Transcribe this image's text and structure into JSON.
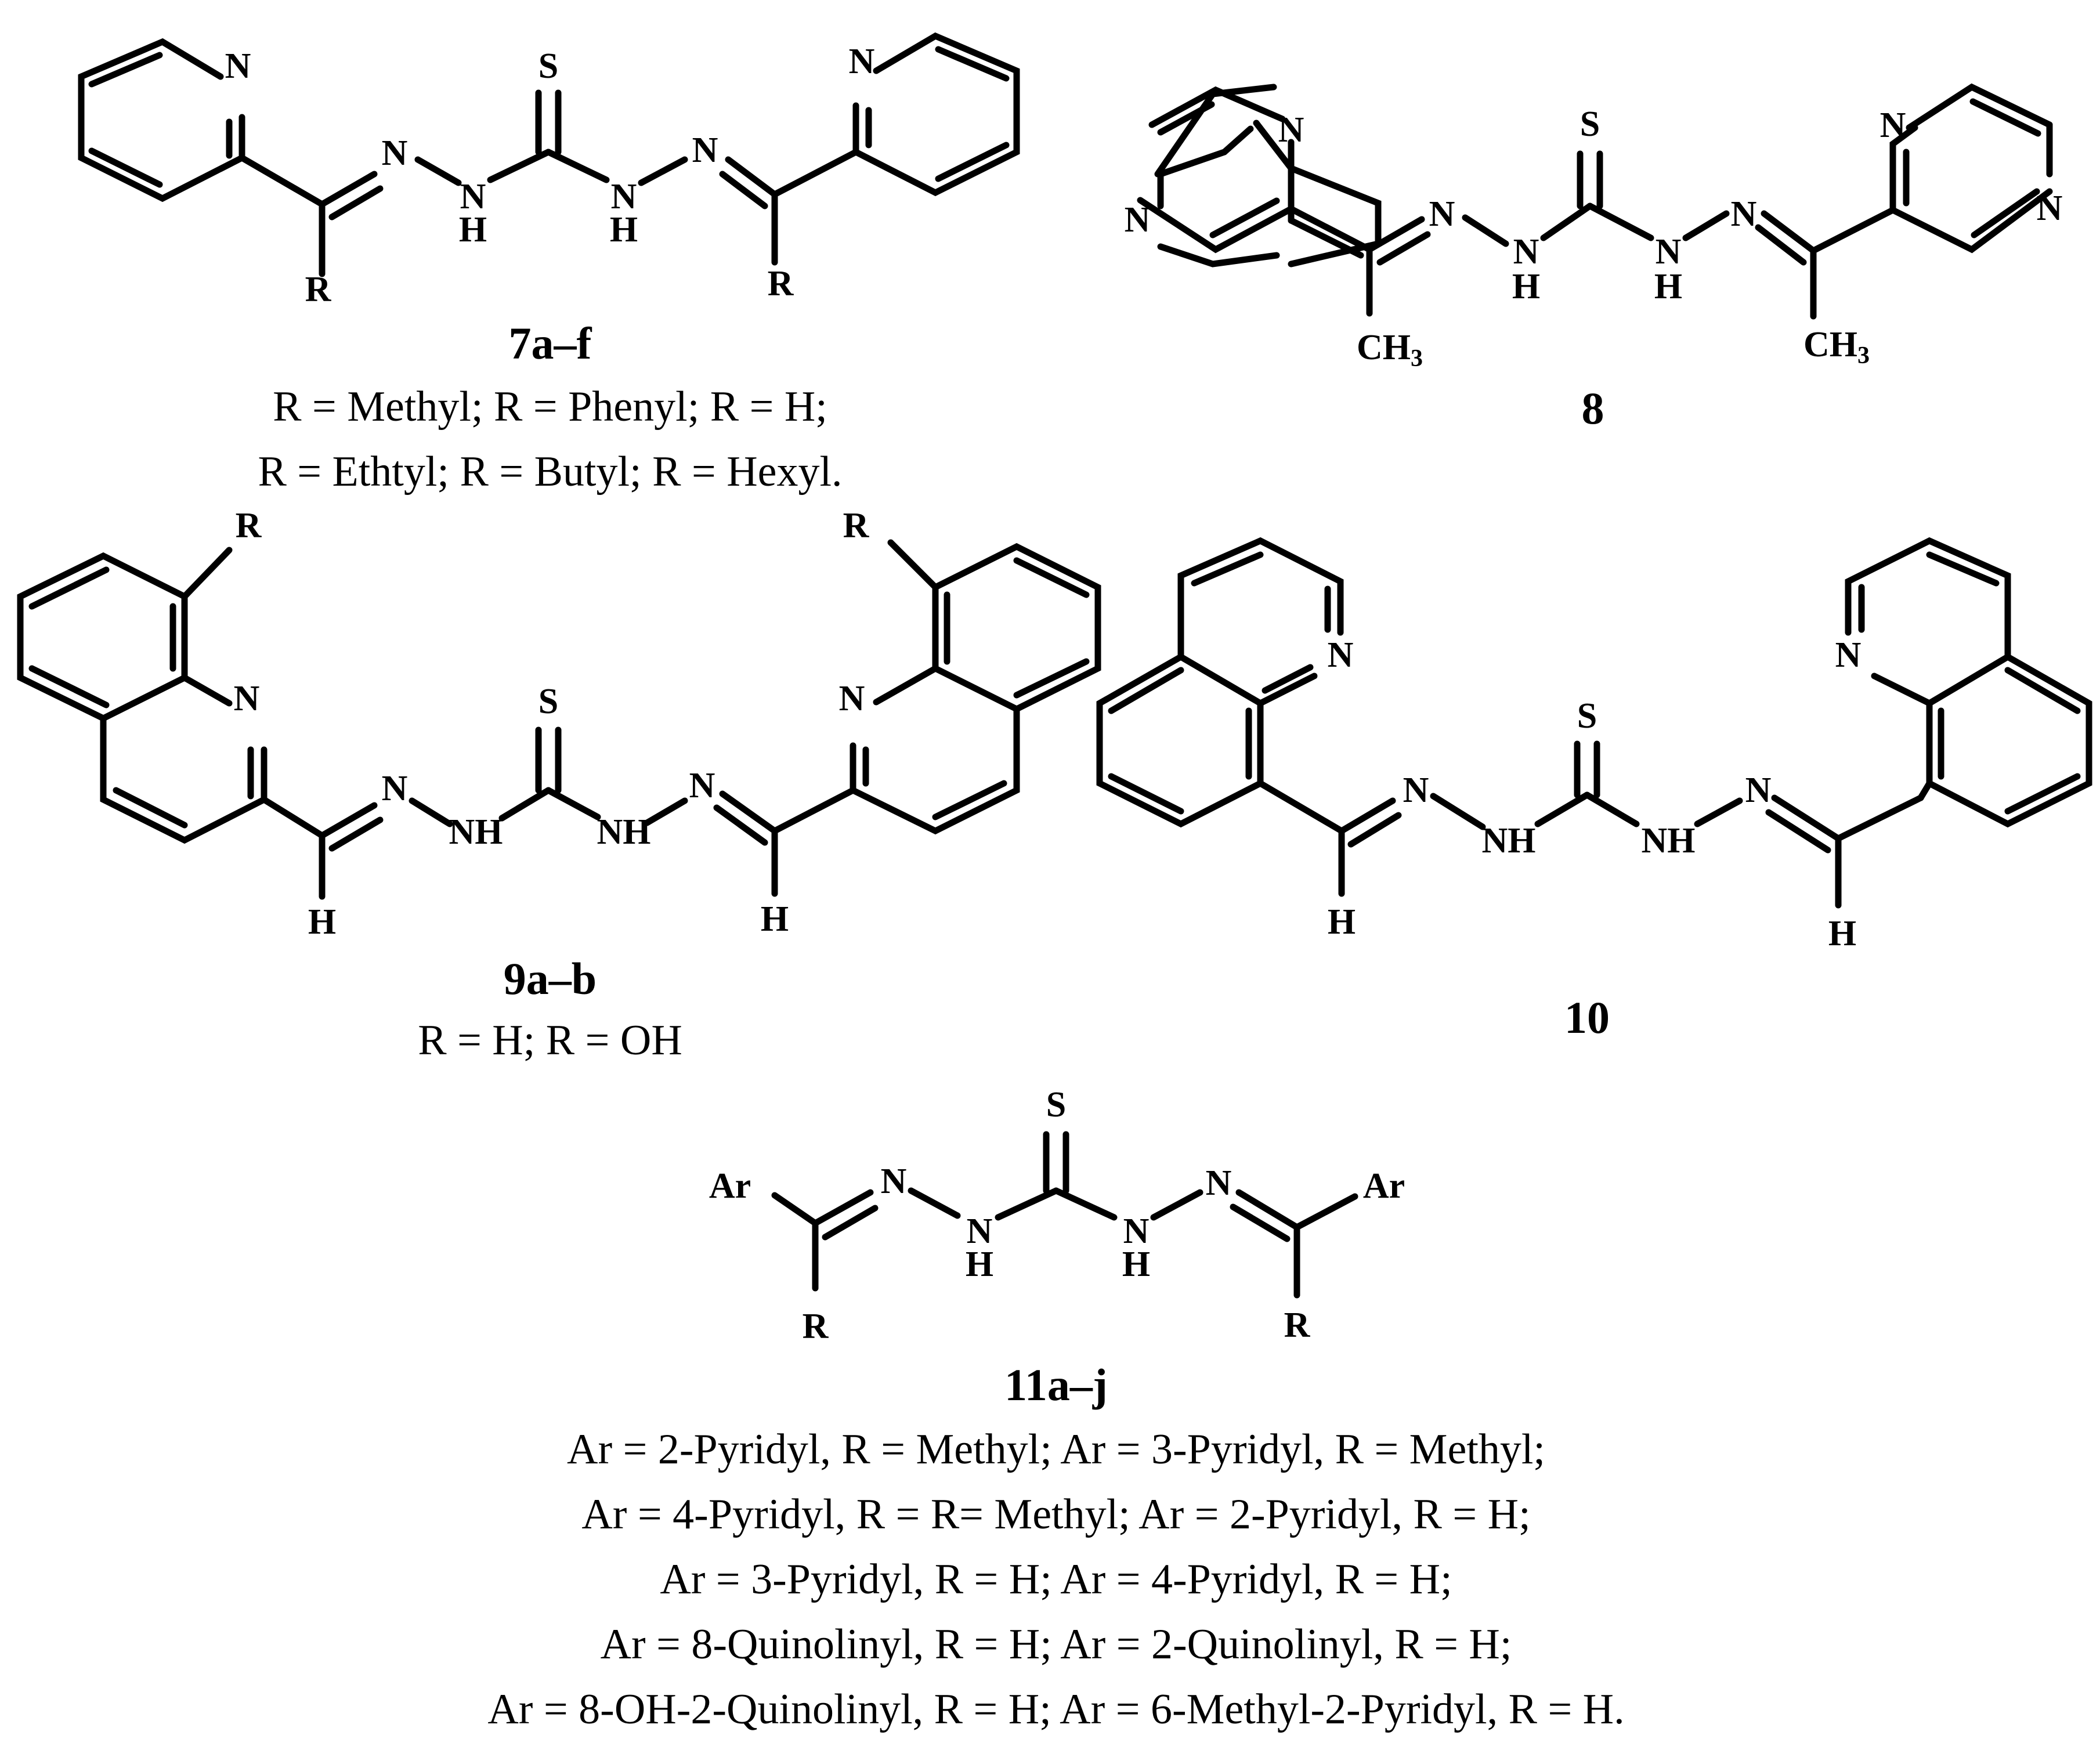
{
  "atoms": {
    "N": "N",
    "S": "S",
    "H": "H",
    "NH": "NH",
    "R": "R",
    "Ar": "Ar",
    "CH": "CH",
    "three": "3"
  },
  "compounds": [
    {
      "id": "7",
      "label": "7a–f",
      "captions": [
        "R = Methyl; R = Phenyl; R = H;",
        "R = Ethtyl; R = Butyl; R = Hexyl."
      ]
    },
    {
      "id": "8",
      "label": "8",
      "captions": []
    },
    {
      "id": "9",
      "label": "9a–b",
      "captions": [
        "R = H; R = OH"
      ]
    },
    {
      "id": "10",
      "label": "10",
      "captions": []
    },
    {
      "id": "11",
      "label": "11a–j",
      "captions": [
        "Ar = 2-Pyridyl, R = Methyl; Ar = 3-Pyridyl, R = Methyl;",
        "Ar = 4-Pyridyl, R = R= Methyl; Ar = 2-Pyridyl, R = H;",
        "Ar = 3-Pyridyl, R = H; Ar = 4-Pyridyl, R = H;",
        "Ar = 8-Quinolinyl, R = H; Ar = 2-Quinolinyl, R = H;",
        "Ar = 8-OH-2-Quinolinyl, R = H; Ar = 6-Methyl-2-Pyridyl, R = H."
      ]
    }
  ]
}
